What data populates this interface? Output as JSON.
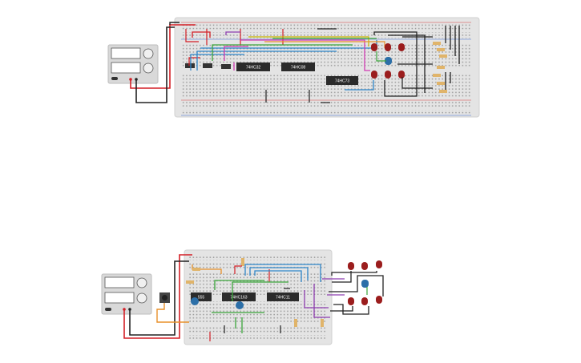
{
  "circuits": [
    {
      "id": "top",
      "chips": [
        {
          "label": "74HC32"
        },
        {
          "label": "74HC08"
        },
        {
          "label": "74HC73"
        }
      ],
      "led_count": 7
    },
    {
      "id": "bottom",
      "chips": [
        {
          "label": "555"
        },
        {
          "label": "74HC163"
        },
        {
          "label": "74HC11"
        }
      ],
      "led_count": 7
    }
  ],
  "colors": {
    "board": "#e4e4e4",
    "rail_red": "#d33a3a",
    "rail_blue": "#3a6fd3",
    "chip": "#2b2b2b",
    "led": "#9b1d1d",
    "led_blue": "#2c6fa8",
    "wire_red": "#d41f26",
    "wire_black": "#222222",
    "wire_blue": "#2f86c9",
    "wire_green": "#3aa53a",
    "wire_purple": "#8e3fb0",
    "wire_orange": "#e8902a",
    "wire_magenta": "#d03ab3",
    "wire_yellow": "#c8b400",
    "power_supply": "#d9d9d9"
  }
}
